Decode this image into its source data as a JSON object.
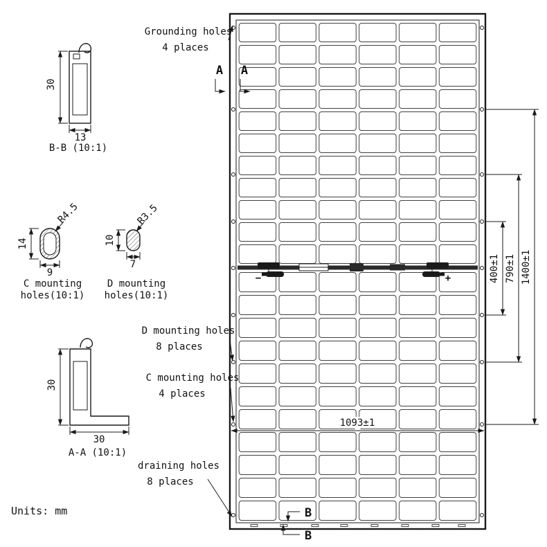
{
  "units": "Units: mm",
  "colors": {
    "line": "#1a1a1a",
    "background": "#ffffff"
  },
  "callouts": {
    "grounding": [
      "Grounding holes",
      "4 places"
    ],
    "d_mounting": [
      "D mounting holes",
      "8 places"
    ],
    "c_mounting": [
      "C mounting holes",
      "4 places"
    ],
    "draining": [
      "draining holes",
      "8 places"
    ]
  },
  "details": {
    "bb": {
      "label": "B-B (10:1)",
      "height": "30",
      "width": "13"
    },
    "aa": {
      "label": "A-A (10:1)",
      "height": "30",
      "width": "30"
    },
    "c": {
      "label": [
        "C mounting",
        "holes(10:1)"
      ],
      "radius": "R4.5",
      "height": "14",
      "width": "9"
    },
    "d": {
      "label": [
        "D mounting",
        "holes(10:1)"
      ],
      "radius": "R3.5",
      "height": "10",
      "width": "7"
    }
  },
  "dims": {
    "panel_width": "1093±1",
    "span_400": "400±1",
    "span_790": "790±1",
    "span_1400": "1400±1"
  },
  "markers": {
    "a": "A",
    "b": "B"
  },
  "polarity": {
    "minus": "−",
    "plus": "+"
  }
}
